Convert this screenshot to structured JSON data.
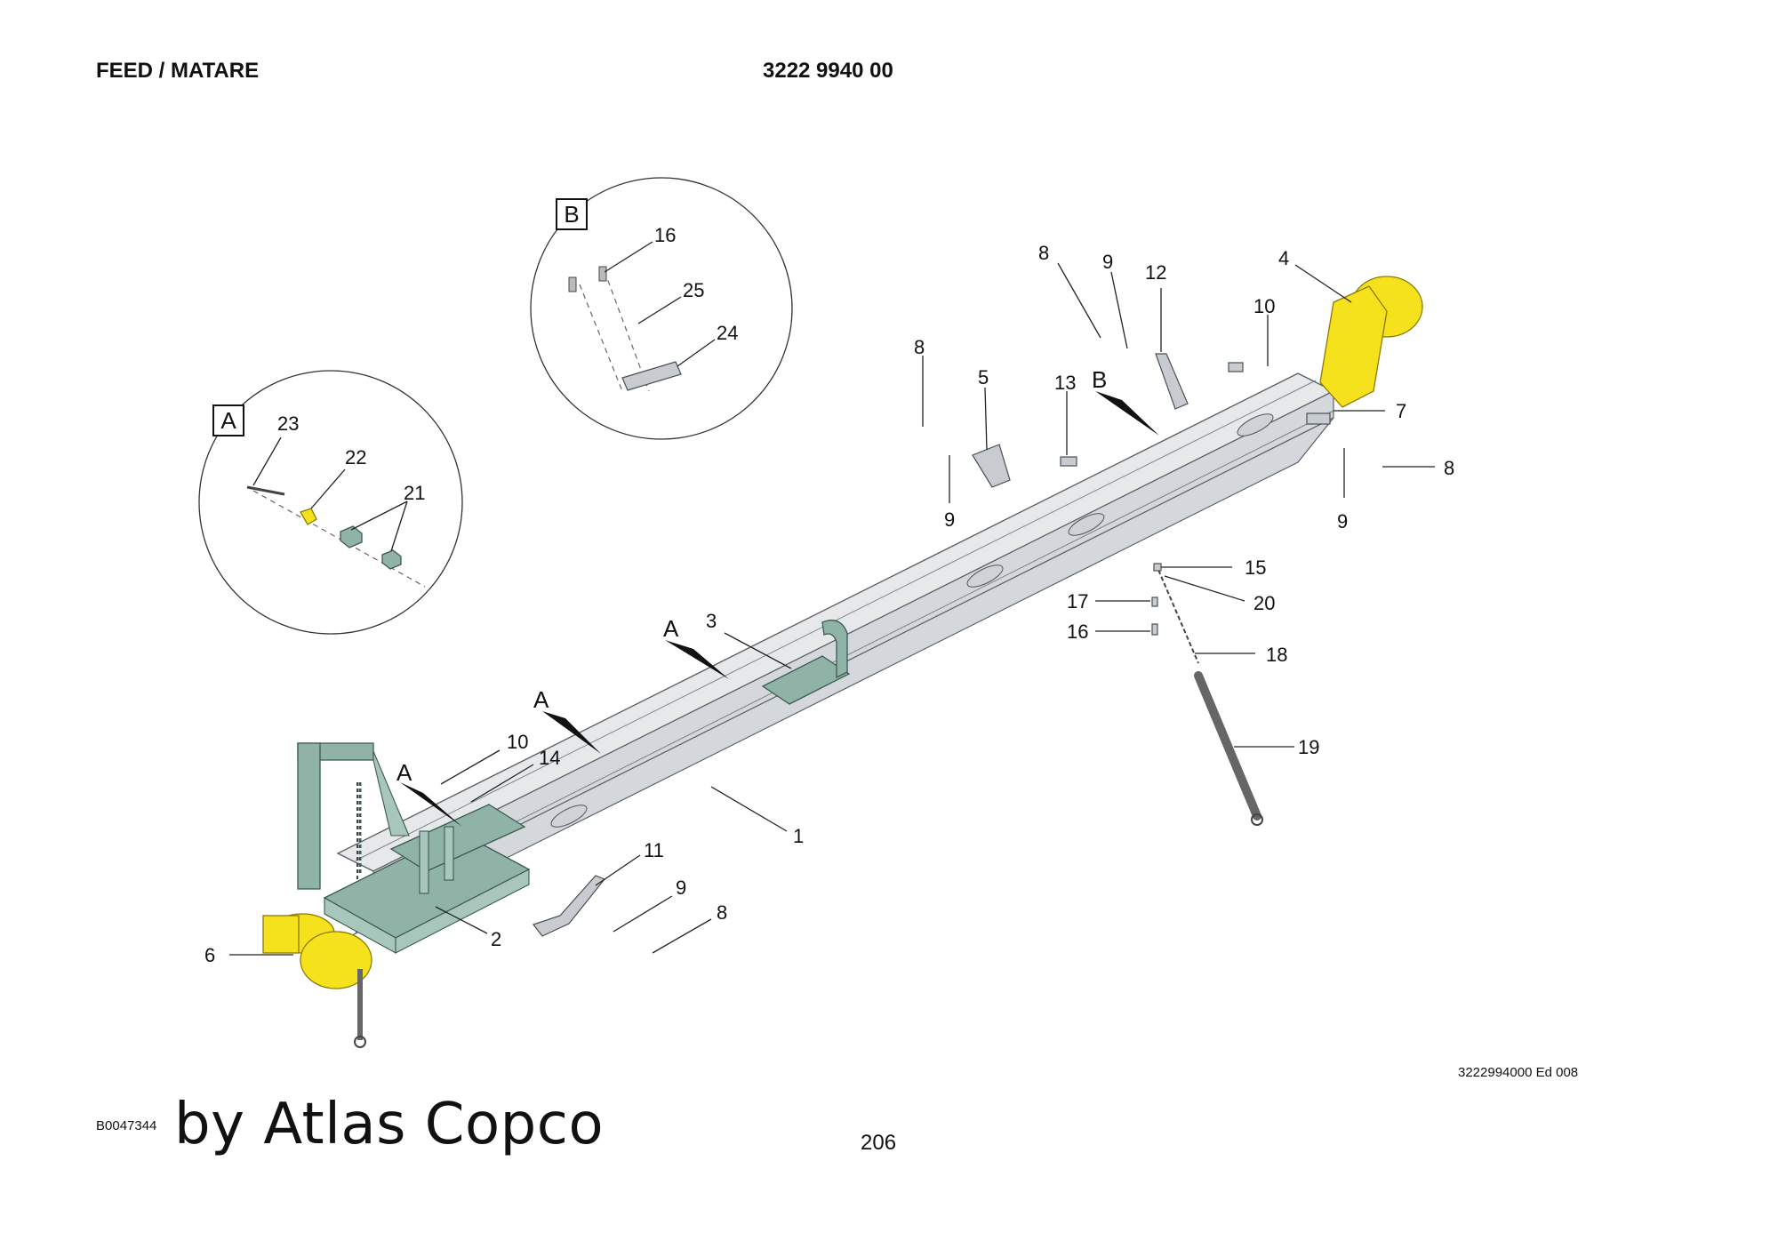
{
  "header": {
    "title": "FEED / MATARE",
    "doc_number": "3222 9940 00"
  },
  "detail_views": {
    "a": {
      "label": "A",
      "callouts": [
        "23",
        "22",
        "21"
      ]
    },
    "b": {
      "label": "B",
      "callouts": [
        "16",
        "25",
        "24"
      ]
    }
  },
  "view_markers": [
    "A",
    "A",
    "A",
    "B"
  ],
  "callouts": {
    "c1": "1",
    "c2": "2",
    "c3": "3",
    "c4": "4",
    "c5": "5",
    "c6": "6",
    "c7": "7",
    "c8a": "8",
    "c8b": "8",
    "c8c": "8",
    "c8d": "8",
    "c9a": "9",
    "c9b": "9",
    "c9c": "9",
    "c9d": "9",
    "c10a": "10",
    "c10b": "10",
    "c11": "11",
    "c12": "12",
    "c13": "13",
    "c14": "14",
    "c15": "15",
    "c16": "16",
    "c17": "17",
    "c18": "18",
    "c19": "19",
    "c20": "20"
  },
  "footer": {
    "edition": "3222994000 Ed 008",
    "figure_id": "B0047344",
    "brand": "by Atlas Copco",
    "page": "206"
  },
  "colors": {
    "frame": "#e6e8ea",
    "green_parts": "#8fb3a6",
    "yellow_parts": "#f5e21c"
  }
}
